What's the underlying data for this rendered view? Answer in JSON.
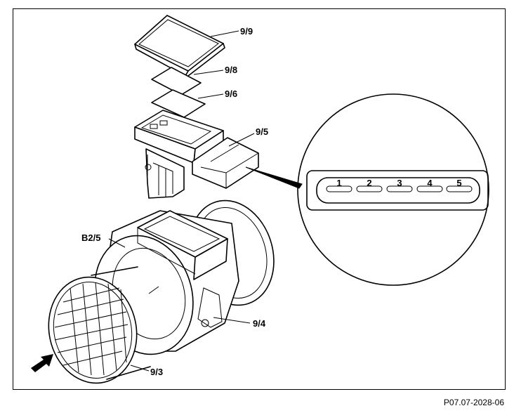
{
  "labels": {
    "l99": "9/9",
    "l98": "9/8",
    "l96": "9/6",
    "l95": "9/5",
    "lb25": "B2/5",
    "l94": "9/4",
    "l93": "9/3"
  },
  "connector_pins": [
    "1",
    "2",
    "3",
    "4",
    "5"
  ],
  "reference": "P07.07-2028-06"
}
